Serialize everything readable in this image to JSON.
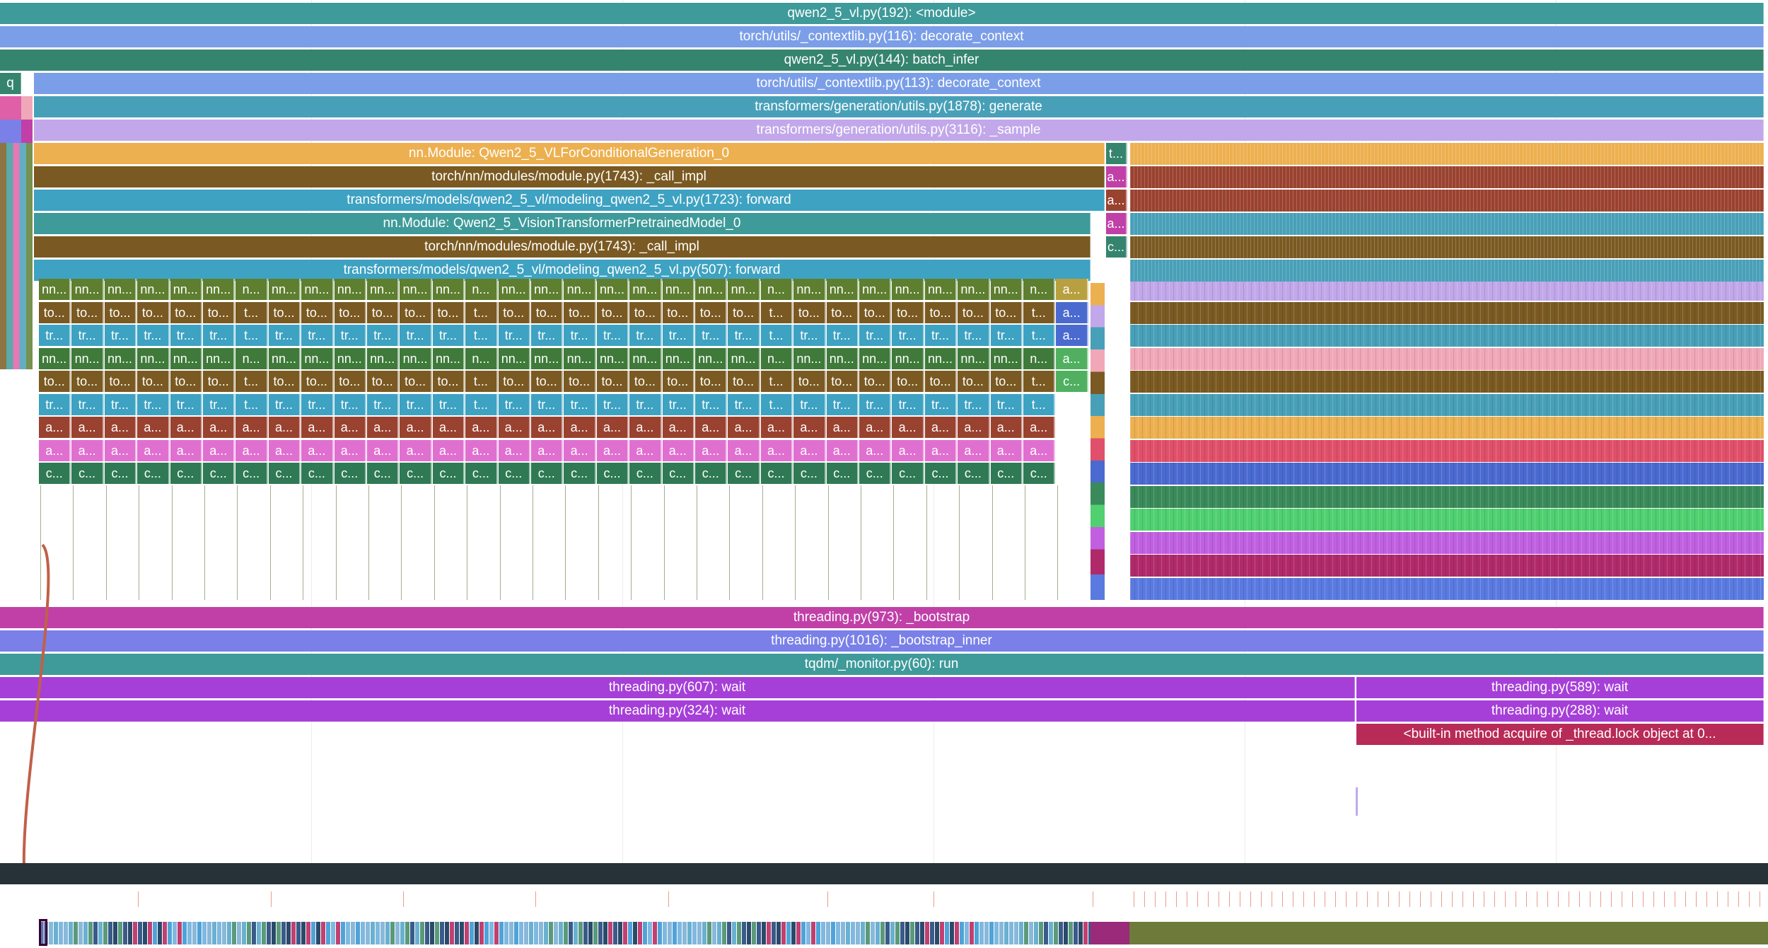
{
  "frames": {
    "top": [
      {
        "label": "qwen2_5_vl.py(192): <module>",
        "color": "#3f9a9a"
      },
      {
        "label": "torch/utils/_contextlib.py(116): decorate_context",
        "color": "#7b9ee8"
      },
      {
        "label": "qwen2_5_vl.py(144): batch_infer",
        "color": "#35846e"
      },
      {
        "label": "torch/utils/_contextlib.py(113): decorate_context",
        "color": "#7b9ee8"
      },
      {
        "label": "transformers/generation/utils.py(1878): generate",
        "color": "#48a0b8"
      },
      {
        "label": "transformers/generation/utils.py(3116): _sample",
        "color": "#c2a8ea"
      }
    ],
    "vision_chain": [
      {
        "label": "nn.Module: Qwen2_5_VLForConditionalGeneration_0",
        "color": "#edb050"
      },
      {
        "label": "torch/nn/modules/module.py(1743): _call_impl",
        "color": "#7a5a22"
      },
      {
        "label": "transformers/models/qwen2_5_vl/modeling_qwen2_5_vl.py(1723): forward",
        "color": "#3ea2c2"
      },
      {
        "label": "nn.Module: Qwen2_5_VisionTransformerPretrainedModel_0",
        "color": "#3f9a9a"
      },
      {
        "label": "torch/nn/modules/module.py(1743): _call_impl",
        "color": "#7a5a22"
      },
      {
        "label": "transformers/models/qwen2_5_vl/modeling_qwen2_5_vl.py(507): forward",
        "color": "#3ea2c2"
      }
    ],
    "side_column": [
      "t...",
      "a...",
      "a...",
      "a...",
      "c..."
    ],
    "side_row": "q",
    "block_rows": [
      {
        "labels": [
          "nn...",
          "nn...",
          "nn...",
          "nn...",
          "nn...",
          "nn...",
          "n...",
          "nn...",
          "nn...",
          "nn...",
          "nn...",
          "nn...",
          "nn...",
          "n...",
          "nn...",
          "nn...",
          "nn...",
          "nn...",
          "nn...",
          "nn...",
          "nn...",
          "nn...",
          "n...",
          "nn...",
          "nn...",
          "nn...",
          "nn...",
          "nn...",
          "nn...",
          "nn...",
          "n...",
          "a..."
        ],
        "color": "#5e7e30"
      },
      {
        "labels": [
          "to...",
          "to...",
          "to...",
          "to...",
          "to...",
          "to...",
          "t...",
          "to...",
          "to...",
          "to...",
          "to...",
          "to...",
          "to...",
          "t...",
          "to...",
          "to...",
          "to...",
          "to...",
          "to...",
          "to...",
          "to...",
          "to...",
          "t...",
          "to...",
          "to...",
          "to...",
          "to...",
          "to...",
          "to...",
          "to...",
          "t...",
          "a..."
        ],
        "color": "#7a5a22"
      },
      {
        "labels": [
          "tr...",
          "tr...",
          "tr...",
          "tr...",
          "tr...",
          "tr...",
          "t...",
          "tr...",
          "tr...",
          "tr...",
          "tr...",
          "tr...",
          "tr...",
          "t...",
          "tr...",
          "tr...",
          "tr...",
          "tr...",
          "tr...",
          "tr...",
          "tr...",
          "tr...",
          "t...",
          "tr...",
          "tr...",
          "tr...",
          "tr...",
          "tr...",
          "tr...",
          "tr...",
          "t...",
          "a..."
        ],
        "color": "#3ea2c2"
      },
      {
        "labels": [
          "nn...",
          "nn...",
          "nn...",
          "nn...",
          "nn...",
          "nn...",
          "n...",
          "nn...",
          "nn...",
          "nn...",
          "nn...",
          "nn...",
          "nn...",
          "n...",
          "nn...",
          "nn...",
          "nn...",
          "nn...",
          "nn...",
          "nn...",
          "nn...",
          "nn...",
          "n...",
          "nn...",
          "nn...",
          "nn...",
          "nn...",
          "nn...",
          "nn...",
          "nn...",
          "n...",
          "a..."
        ],
        "color": "#3f7a3a"
      },
      {
        "labels": [
          "to...",
          "to...",
          "to...",
          "to...",
          "to...",
          "to...",
          "t...",
          "to...",
          "to...",
          "to...",
          "to...",
          "to...",
          "to...",
          "t...",
          "to...",
          "to...",
          "to...",
          "to...",
          "to...",
          "to...",
          "to...",
          "to...",
          "t...",
          "to...",
          "to...",
          "to...",
          "to...",
          "to...",
          "to...",
          "to...",
          "t...",
          "c..."
        ],
        "color": "#7a5a22"
      },
      {
        "labels": [
          "tr...",
          "tr...",
          "tr...",
          "tr...",
          "tr...",
          "tr...",
          "t...",
          "tr...",
          "tr...",
          "tr...",
          "tr...",
          "tr...",
          "tr...",
          "t...",
          "tr...",
          "tr...",
          "tr...",
          "tr...",
          "tr...",
          "tr...",
          "tr...",
          "tr...",
          "t...",
          "tr...",
          "tr...",
          "tr...",
          "tr...",
          "tr...",
          "tr...",
          "tr...",
          "t..."
        ],
        "color": "#3ea2c2"
      },
      {
        "labels": [
          "a...",
          "a...",
          "a...",
          "a...",
          "a...",
          "a...",
          "a...",
          "a...",
          "a...",
          "a...",
          "a...",
          "a...",
          "a...",
          "a...",
          "a...",
          "a...",
          "a...",
          "a...",
          "a...",
          "a...",
          "a...",
          "a...",
          "a...",
          "a...",
          "a...",
          "a...",
          "a...",
          "a...",
          "a...",
          "a...",
          "a..."
        ],
        "color": "#9a4230"
      },
      {
        "labels": [
          "a...",
          "a...",
          "a...",
          "a...",
          "a...",
          "a...",
          "a...",
          "a...",
          "a...",
          "a...",
          "a...",
          "a...",
          "a...",
          "a...",
          "a...",
          "a...",
          "a...",
          "a...",
          "a...",
          "a...",
          "a...",
          "a...",
          "a...",
          "a...",
          "a...",
          "a...",
          "a...",
          "a...",
          "a...",
          "a...",
          "a..."
        ],
        "color": "#e070d0"
      },
      {
        "labels": [
          "c...",
          "c...",
          "c...",
          "c...",
          "c...",
          "c...",
          "c...",
          "c...",
          "c...",
          "c...",
          "c...",
          "c...",
          "c...",
          "c...",
          "c...",
          "c...",
          "c...",
          "c...",
          "c...",
          "c...",
          "c...",
          "c...",
          "c...",
          "c...",
          "c...",
          "c...",
          "c...",
          "c...",
          "c...",
          "c...",
          "c..."
        ],
        "color": "#2f7a55"
      }
    ],
    "decode_rows": [
      "#c2a8ea",
      "#7a5a22",
      "#48a0b8",
      "#f0a8b8",
      "#7a5a22",
      "#48a0b8",
      "#edb050",
      "#e0506a",
      "#4a6ad0",
      "#3a8a5a",
      "#50d070",
      "#c060e0",
      "#b02a6a",
      "#5a7ae0"
    ],
    "thread": [
      {
        "label": "threading.py(973): _bootstrap",
        "color": "#c040a8"
      },
      {
        "label": "threading.py(1016): _bootstrap_inner",
        "color": "#7a80e8"
      },
      {
        "label": "tqdm/_monitor.py(60): run",
        "color": "#3f9a9a"
      }
    ],
    "wait_left": [
      {
        "label": "threading.py(607): wait",
        "color": "#a63fd8"
      },
      {
        "label": "threading.py(324): wait",
        "color": "#a63fd8"
      }
    ],
    "wait_right": [
      {
        "label": "threading.py(589): wait",
        "color": "#a63fd8"
      },
      {
        "label": "threading.py(288): wait",
        "color": "#a63fd8"
      },
      {
        "label": "<built-in method acquire of _thread.lock object at 0...",
        "color": "#b82a58"
      }
    ]
  },
  "minimap": {
    "strip_colors": [
      "#4fa3d8",
      "#3a5a8a",
      "#8ab8d8",
      "#c04070",
      "#5a9a7a",
      "#7fb8e0",
      "#2a4a6a",
      "#6ab0d0"
    ],
    "decode_color": "#6e7a3a",
    "handle_color": "#3a0030",
    "selection_line_color": "#c0604a"
  }
}
